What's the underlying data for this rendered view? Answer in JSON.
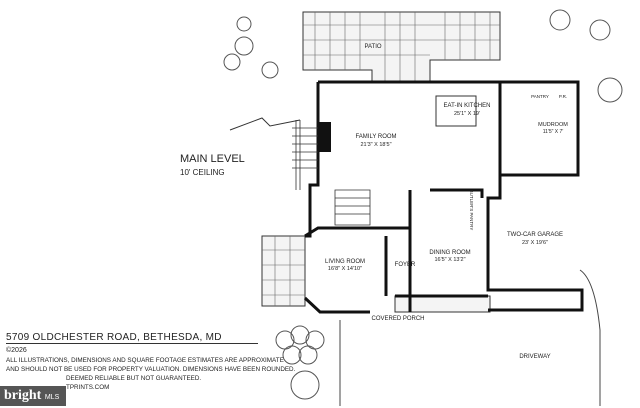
{
  "plan": {
    "level_title": "MAIN LEVEL",
    "ceiling": "10' CEILING",
    "rooms": [
      {
        "name": "PATIO"
      },
      {
        "name": "EAT-IN KITCHEN",
        "dims": "25'1\" X 19'"
      },
      {
        "name": "FAMILY ROOM",
        "dims": "21'3\" X 18'5\""
      },
      {
        "name": "MUDROOM",
        "dims": "11'5\" X 7'"
      },
      {
        "name": "PANTRY"
      },
      {
        "name": "P.R."
      },
      {
        "name": "BUTLER'S PANTRY"
      },
      {
        "name": "TWO-CAR GARAGE",
        "dims": "23' X 19'6\""
      },
      {
        "name": "LIVING ROOM",
        "dims": "16'8\" X 14'10\""
      },
      {
        "name": "FOYER"
      },
      {
        "name": "DINING ROOM",
        "dims": "16'5\" X 13'2\""
      },
      {
        "name": "COVERED PORCH"
      },
      {
        "name": "DRIVEWAY"
      }
    ]
  },
  "footer": {
    "address": "5709 OLDCHESTER ROAD, BETHESDA, MD",
    "copyright": "©2026",
    "disclaimer": [
      "ALL ILLUSTRATIONS, DIMENSIONS AND SQUARE FOOTAGE ESTIMATES ARE APPROXIMATE",
      "AND  SHOULD NOT BE USED FOR PROPERTY VALUATION. DIMENSIONS HAVE BEEN ROUNDED.",
      "DEEMED RELIABLE BUT NOT GUARANTEED.",
      "TPRINTS.COM"
    ]
  },
  "watermark": {
    "brand": "bright",
    "suffix": "MLS"
  }
}
